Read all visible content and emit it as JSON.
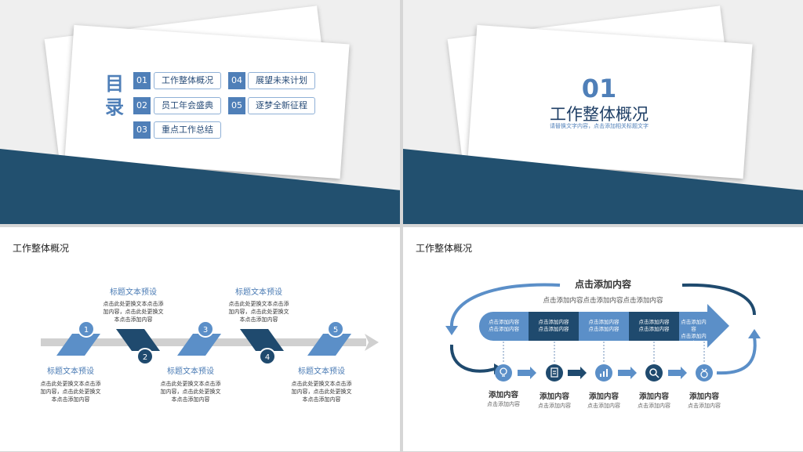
{
  "slide1": {
    "title_chars": [
      "目",
      "录"
    ],
    "items": [
      {
        "num": "01",
        "label": "工作整体概况"
      },
      {
        "num": "02",
        "label": "员工年会盛典"
      },
      {
        "num": "03",
        "label": "重点工作总结"
      },
      {
        "num": "04",
        "label": "展望未来计划"
      },
      {
        "num": "05",
        "label": "逐梦全新征程"
      }
    ]
  },
  "slide2": {
    "number": "01",
    "title": "工作整体概况",
    "subtitle": "请替换文字内容，点击添加相关标题文字"
  },
  "slide3": {
    "heading": "工作整体概况",
    "steps": [
      {
        "num": "1",
        "title": "标题文本预设",
        "desc": [
          "点击此处更换文本点击添",
          "加内容，点击此处更换文",
          "本点击添加内容"
        ]
      },
      {
        "num": "2",
        "title": "标题文本预设",
        "desc": [
          "点击此处更换文本点击添",
          "加内容，点击此处更换文",
          "本点击添加内容"
        ]
      },
      {
        "num": "3",
        "title": "标题文本预设",
        "desc": [
          "点击此处更换文本点击添",
          "加内容，点击此处更换文",
          "本点击添加内容"
        ]
      },
      {
        "num": "4",
        "title": "标题文本预设",
        "desc": [
          "点击此处更换文本点击添",
          "加内容，点击此处更换文",
          "本点击添加内容"
        ]
      },
      {
        "num": "5",
        "title": "标题文本预设",
        "desc": [
          "点击此处更换文本点击添",
          "加内容，点击此处更换文",
          "本点击添加内容"
        ]
      }
    ]
  },
  "slide4": {
    "heading": "工作整体概况",
    "main_title": "点击添加内容",
    "main_sub": "点击添加内容点击添加内容点击添加内容",
    "band": [
      {
        "l1": "点击添加内容",
        "l2": "点击添加内容"
      },
      {
        "l1": "点击添加内容",
        "l2": "点击添加内容"
      },
      {
        "l1": "点击添加内容",
        "l2": "点击添加内容"
      },
      {
        "l1": "点击添加内容",
        "l2": "点击添加内容"
      },
      {
        "l1": "点击添加内容",
        "l2": "点击添加内容"
      }
    ],
    "nodes": [
      {
        "icon": "lightbulb-icon",
        "title": "添加内容",
        "sub": "点击添加内容"
      },
      {
        "icon": "document-icon",
        "title": "添加内容",
        "sub": "点击添加内容"
      },
      {
        "icon": "chart-icon",
        "title": "添加内容",
        "sub": "点击添加内容"
      },
      {
        "icon": "search-icon",
        "title": "添加内容",
        "sub": "点击添加内容"
      },
      {
        "icon": "medal-icon",
        "title": "添加内容",
        "sub": "点击添加内容"
      }
    ]
  },
  "colors": {
    "navy": "#22506f",
    "blue": "#4f7fb8",
    "light_blue": "#6d9fd3",
    "dark": "#1f3f66"
  }
}
